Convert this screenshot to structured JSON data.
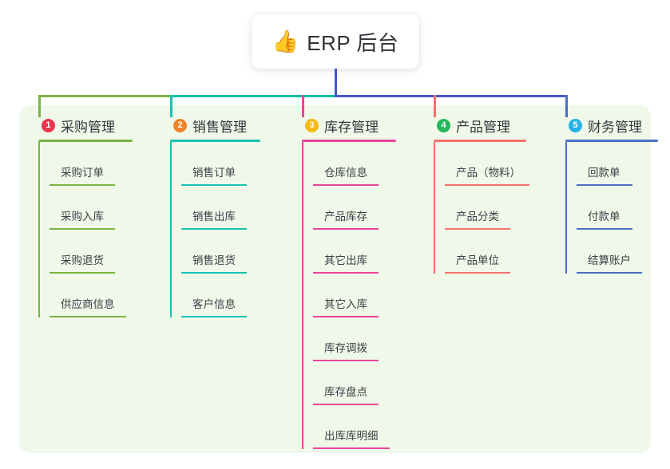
{
  "root": {
    "icon": "thumbs-up-icon",
    "emoji": "👍",
    "title": "ERP 后台"
  },
  "palette": {
    "panel_bg": "#eff8e9",
    "page_bg": "#ffffff",
    "root_stem": "#4558c9",
    "trunk_left": "#7cb342",
    "trunk_mid": "#16c0a3",
    "trunk_right": "#4558c9"
  },
  "columns": [
    {
      "number": "1",
      "badge_color": "#e8364f",
      "accent": "#7cb342",
      "title": "采购管理",
      "head_rule_width": 118,
      "items": [
        {
          "label": "采购订单",
          "rule_width": 82
        },
        {
          "label": "采购入库",
          "rule_width": 82
        },
        {
          "label": "采购退货",
          "rule_width": 82
        },
        {
          "label": "供应商信息",
          "rule_width": 96
        }
      ]
    },
    {
      "number": "2",
      "badge_color": "#f0832a",
      "accent": "#17c3b2",
      "title": "销售管理",
      "head_rule_width": 113,
      "items": [
        {
          "label": "销售订单",
          "rule_width": 82
        },
        {
          "label": "销售出库",
          "rule_width": 82
        },
        {
          "label": "销售退货",
          "rule_width": 82
        },
        {
          "label": "客户信息",
          "rule_width": 82
        }
      ]
    },
    {
      "number": "3",
      "badge_color": "#f5b912",
      "accent": "#e8459a",
      "title": "库存管理",
      "head_rule_width": 118,
      "items": [
        {
          "label": "仓库信息",
          "rule_width": 82
        },
        {
          "label": "产品库存",
          "rule_width": 82
        },
        {
          "label": "其它出库",
          "rule_width": 82
        },
        {
          "label": "其它入库",
          "rule_width": 82
        },
        {
          "label": "库存调拨",
          "rule_width": 82
        },
        {
          "label": "库存盘点",
          "rule_width": 82
        },
        {
          "label": "出库库明细",
          "rule_width": 96
        }
      ]
    },
    {
      "number": "4",
      "badge_color": "#23b95b",
      "accent": "#f4716c",
      "title": "产品管理",
      "head_rule_width": 116,
      "items": [
        {
          "label": "产品（物料）",
          "rule_width": 106
        },
        {
          "label": "产品分类",
          "rule_width": 82
        },
        {
          "label": "产品单位",
          "rule_width": 82
        }
      ]
    },
    {
      "number": "5",
      "badge_color": "#25b2e8",
      "accent": "#4a6fc4",
      "title": "财务管理",
      "head_rule_width": 116,
      "items": [
        {
          "label": "回款单",
          "rule_width": 70
        },
        {
          "label": "付款单",
          "rule_width": 70
        },
        {
          "label": "结算账户",
          "rule_width": 82
        }
      ]
    }
  ]
}
